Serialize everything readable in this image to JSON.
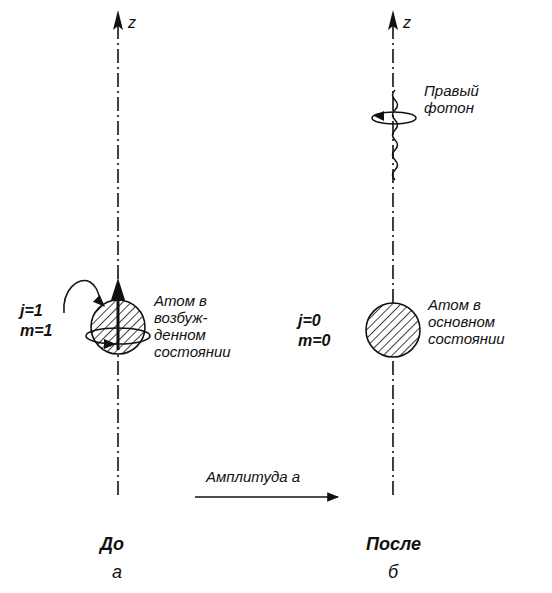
{
  "diagram": {
    "labels": [
      "z",
      "z",
      "j=1",
      "m=1",
      "Атом в возбуж- денном состоянии",
      "Правый фотон",
      "j=0",
      "m=0",
      "Атом в основном состоянии",
      "Амплитуда a",
      "До",
      "a",
      "После",
      "б"
    ]
  }
}
